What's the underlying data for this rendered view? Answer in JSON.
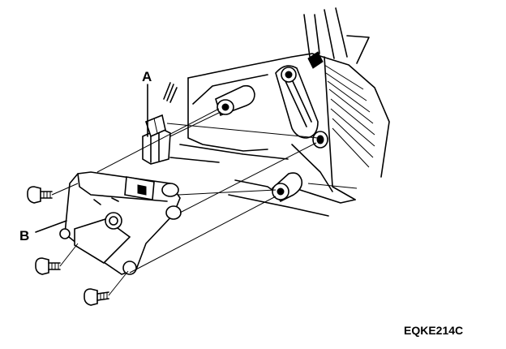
{
  "labels": {
    "a": "A",
    "b": "B"
  },
  "figure_code": "EQKE214C"
}
